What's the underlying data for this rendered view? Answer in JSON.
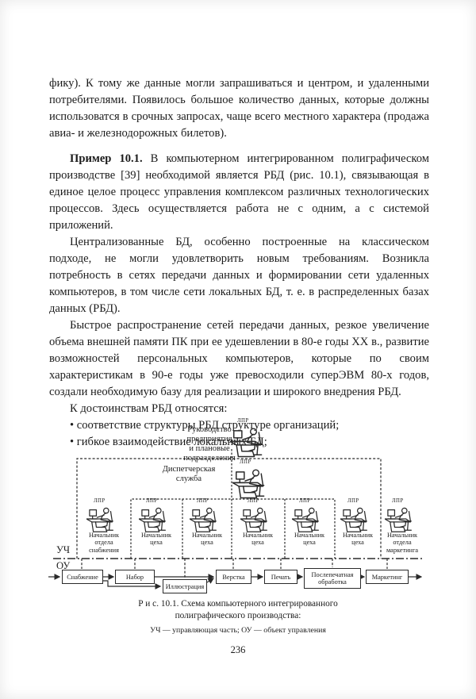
{
  "colors": {
    "ink": "#1b1b1b",
    "page_bg": "#ffffff"
  },
  "body": {
    "p1": "фику). К тому же данные могли запрашиваться и центром, и удаленными потребителями. Появилось большое количество данных, которые должны использоватся в срочных запросах, чаще всего местного характера (продажа авиа- и железнодорожных билетов).",
    "p2_lead": "Пример 10.1.",
    "p2_rest": " В компьютерном интегрированном полиграфическом производстве [39] необходимой является РБД (рис. 10.1), связывающая в единое целое процесс управления комплексом различных технологических процессов. Здесь осуществляется работа не с одним, а с системой приложений.",
    "p3": "Централизованные БД, особенно построенные на классическом подходе, не могли удовлетворить новым требованиям. Возникла потребность в сетях передачи данных и формировании сети удаленных компьютеров, в том числе сети локальных БД, т. е. в распределенных базах данных (РБД).",
    "p4": "Быстрое распространение сетей передачи данных, резкое увеличение объема внешней памяти ПК при ее удешевлении в 80-е годы XX в., развитие возможностей персональных компьютеров, которые по своим характеристикам в 90-е годы уже превосходили суперЭВМ 80-х годов, создали необходимую базу для реализации и широкого внедрения РБД.",
    "p5": "К достоинствам РБД относятся:",
    "bullets": [
      "• соответствие структуры РБД структуре организаций;",
      "• гибкое взаимодействие локальных БД;"
    ]
  },
  "diagram": {
    "lpr_label": "ЛПР",
    "top_unit": "Руководство\nпредприятия\nи плановые\nподразделения",
    "dispatcher": "Диспетчерская\nслужба",
    "uch": "УЧ",
    "ou": "ОУ",
    "stations": [
      "Начальник\nотдела\nснабжения",
      "Начальник\nцеха",
      "Начальник\nцеха",
      "Начальник\nцеха",
      "Начальник\nцеха",
      "Начальник\nцеха",
      "Начальник\nотдела\nмаркетинга"
    ],
    "flow": [
      "Снабжение",
      "Набор",
      "Иллюстрация",
      "Верстка",
      "Печать",
      "Послепечатная\nобработка",
      "Маркетинг"
    ]
  },
  "figure": {
    "title": "Р и с. 10.1. Схема компьютерного интегрированного\nполиграфического производства:",
    "legend": "УЧ — управляющая часть; ОУ — объект управления"
  },
  "page": {
    "number": "236"
  }
}
